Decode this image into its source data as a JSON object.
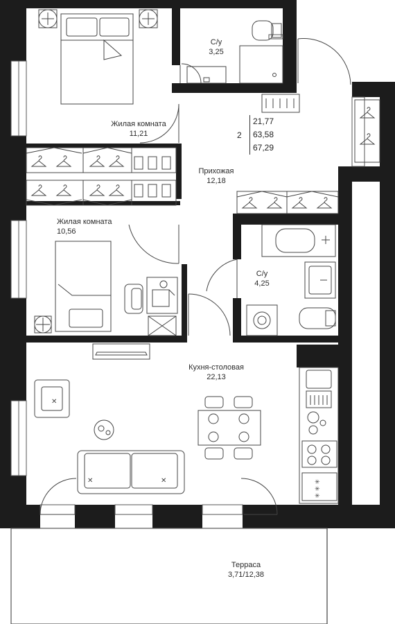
{
  "summary": {
    "rooms": "2",
    "areas": [
      "21,77",
      "63,58",
      "67,29"
    ]
  },
  "rooms": {
    "bath_top": {
      "name": "С/у",
      "area": "3,25"
    },
    "bedroom_1": {
      "name": "Жилая комната",
      "area": "11,21"
    },
    "hallway": {
      "name": "Прихожая",
      "area": "12,18"
    },
    "bedroom_2": {
      "name": "Жилая комната",
      "area": "10,56"
    },
    "bath_mid": {
      "name": "С/у",
      "area": "4,25"
    },
    "kitchen": {
      "name": "Кухня-столовая",
      "area": "22,13"
    },
    "terrace": {
      "name": "Терраса",
      "area": "3,71/12,38"
    }
  },
  "colors": {
    "wall": "#1c1c1c",
    "line": "#555555",
    "background": "#ffffff"
  }
}
